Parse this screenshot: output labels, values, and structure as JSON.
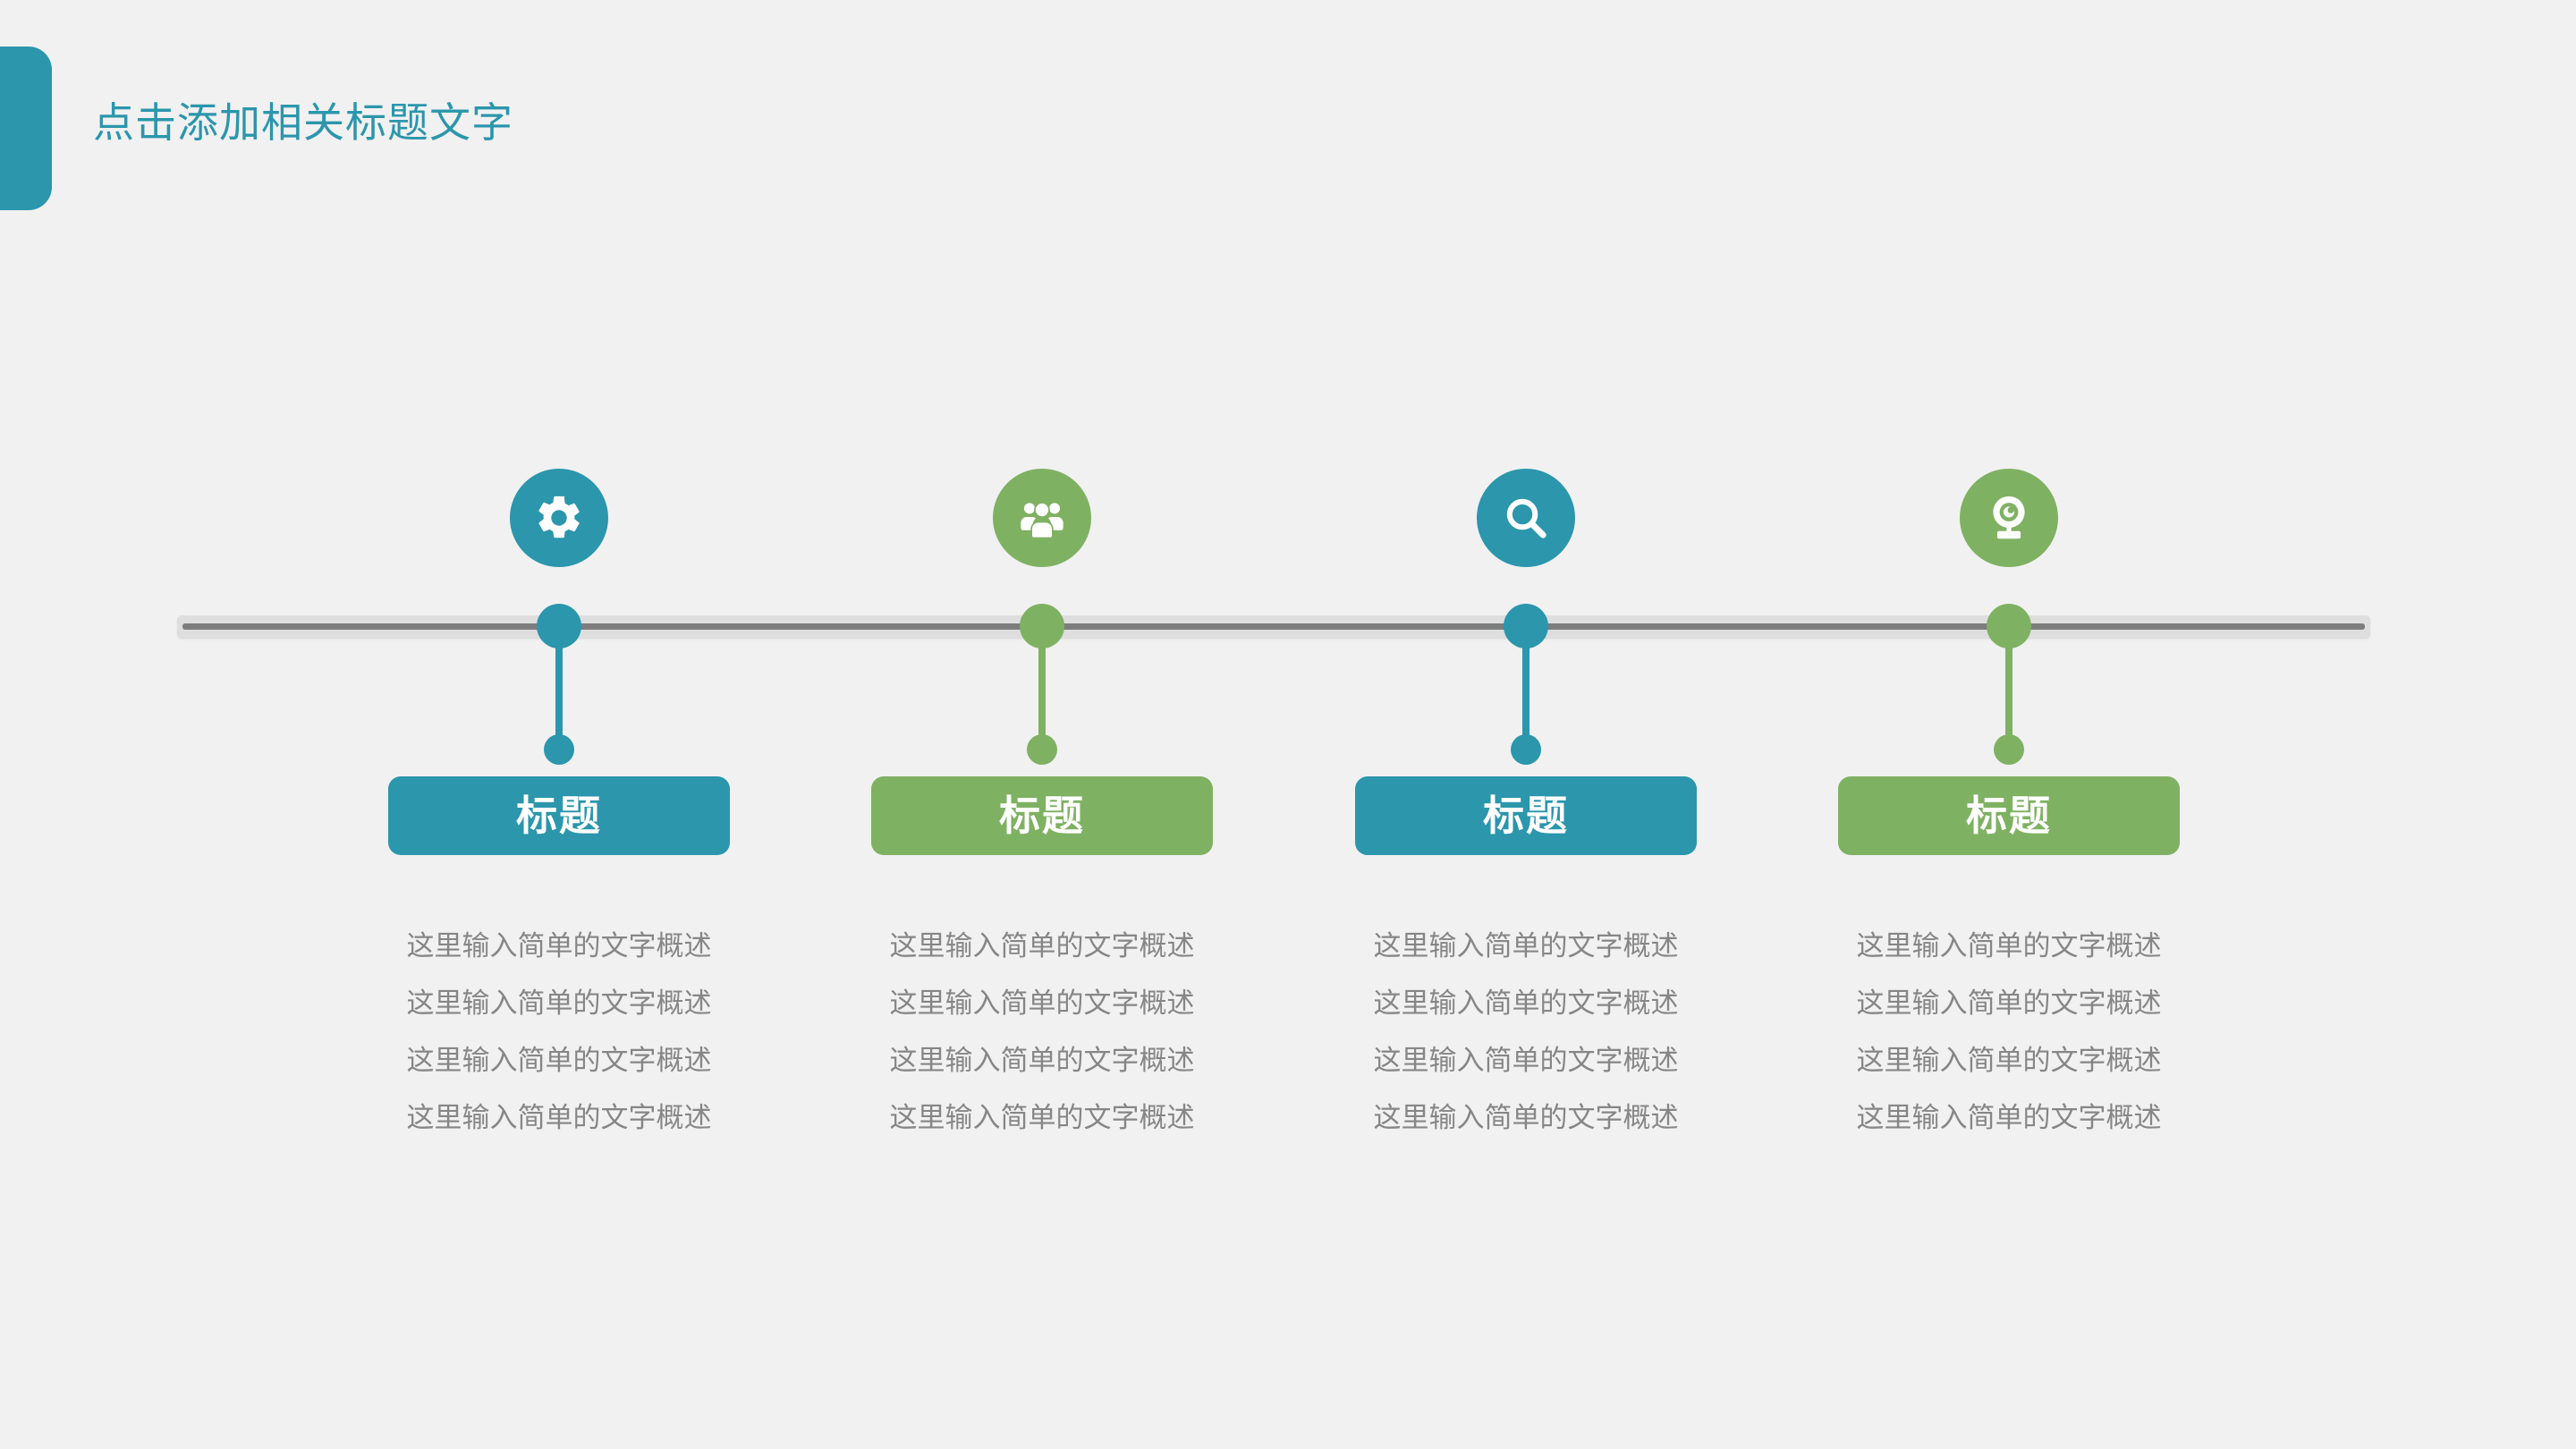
{
  "slide": {
    "background_color": "#f1f1f1",
    "title": "点击添加相关标题文字",
    "title_color": "#2b96ac",
    "accent_bar_color": "#2b96ac"
  },
  "timeline": {
    "rail_color": "#dedede",
    "rail_line_color": "#7d7d7d",
    "colors": {
      "teal": "#2b96ac",
      "green": "#7fb162",
      "body_text": "#868686"
    },
    "columns": [
      {
        "icon": "gear-icon",
        "color": "#2b96ac",
        "title": "标题",
        "lines": [
          "这里输入简单的文字概述",
          "这里输入简单的文字概述",
          "这里输入简单的文字概述",
          "这里输入简单的文字概述"
        ]
      },
      {
        "icon": "users-group-icon",
        "color": "#7fb162",
        "title": "标题",
        "lines": [
          "这里输入简单的文字概述",
          "这里输入简单的文字概述",
          "这里输入简单的文字概述",
          "这里输入简单的文字概述"
        ]
      },
      {
        "icon": "search-icon",
        "color": "#2b96ac",
        "title": "标题",
        "lines": [
          "这里输入简单的文字概述",
          "这里输入简单的文字概述",
          "这里输入简单的文字概述",
          "这里输入简单的文字概述"
        ]
      },
      {
        "icon": "webcam-icon",
        "color": "#7fb162",
        "title": "标题",
        "lines": [
          "这里输入简单的文字概述",
          "这里输入简单的文字概述",
          "这里输入简单的文字概述",
          "这里输入简单的文字概述"
        ]
      }
    ]
  }
}
